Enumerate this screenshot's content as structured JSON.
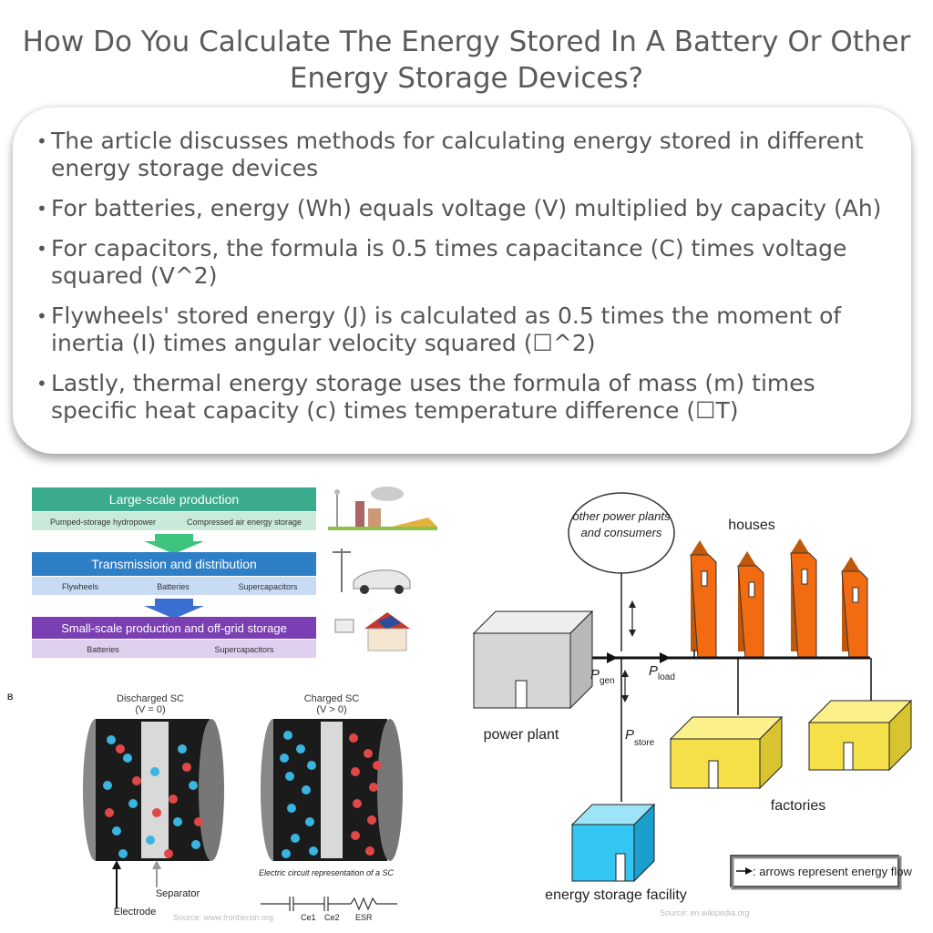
{
  "title": "How Do You Calculate The Energy Stored In A Battery Or Other Energy Storage Devices?",
  "bullets": [
    "The article discusses methods for calculating energy stored in different energy storage devices",
    "For batteries, energy (Wh) equals voltage (V) multiplied by capacity (Ah)",
    "For capacitors, the formula is 0.5 times capacitance (C) times voltage squared (V^2)",
    "Flywheels' stored energy (J) is calculated as 0.5 times the moment of inertia (I) times angular velocity squared (☐^2)",
    "Lastly, thermal energy storage uses the formula of mass (m) times specific heat capacity (c) times temperature difference (☐T)"
  ],
  "flow": {
    "stage1": "Large-scale production",
    "stage1_items": [
      "Pumped-storage hydropower",
      "Compressed air energy storage"
    ],
    "stage2": "Transmission and distribution",
    "stage2_items": [
      "Flywheels",
      "Batteries",
      "Supercapacitors"
    ],
    "stage3": "Small-scale production and off-grid storage",
    "stage3_items": [
      "Batteries",
      "Supercapacitors"
    ],
    "colors": {
      "stage1": "#3aab8c",
      "stage2": "#2f7fc6",
      "stage3": "#7a3fb2",
      "arrow1": "#3ec47e",
      "arrow2": "#3c6fd2"
    }
  },
  "sc": {
    "letter": "B",
    "discharged_title": "Discharged SC",
    "discharged_sub": "(V = 0)",
    "charged_title": "Charged SC",
    "charged_sub": "(V > 0)",
    "separator": "Separator",
    "electrode": "Electrode",
    "circuit_label": "Electric circuit representation of a SC",
    "c1": "Ce1",
    "c2": "Ce2",
    "esr": "ESR",
    "source": "Source: www.frontiersin.org"
  },
  "grid": {
    "bubble": [
      "other power plants",
      "and consumers"
    ],
    "houses": "houses",
    "power_plant": "power plant",
    "factories": "factories",
    "storage": "energy storage facility",
    "p_gen": "gen",
    "p_load": "load",
    "p_store": "store",
    "legend": ": arrows represent energy flow",
    "source": "Source: en.wikipedia.org",
    "colors": {
      "house": "#f26b10",
      "factory": "#f5e04a",
      "storage": "#33c6f2",
      "plant": "#d6d6d6"
    }
  }
}
